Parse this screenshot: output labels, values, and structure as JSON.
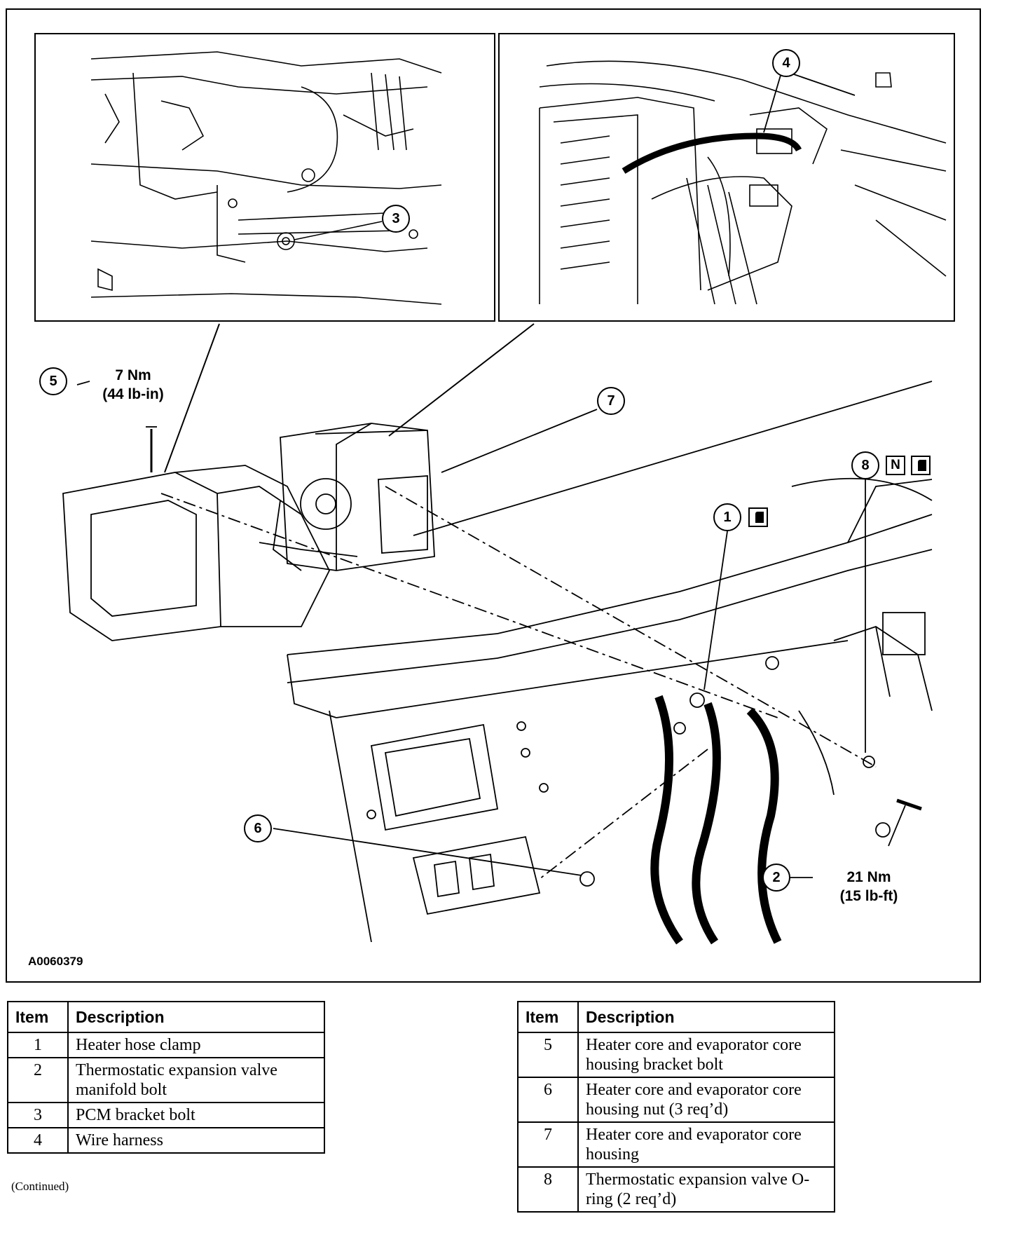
{
  "figure": {
    "id": "A0060379",
    "callouts": [
      {
        "id": "callout-1",
        "label": "1"
      },
      {
        "id": "callout-2",
        "label": "2"
      },
      {
        "id": "callout-3",
        "label": "3"
      },
      {
        "id": "callout-4",
        "label": "4"
      },
      {
        "id": "callout-5",
        "label": "5"
      },
      {
        "id": "callout-6",
        "label": "6"
      },
      {
        "id": "callout-7",
        "label": "7"
      },
      {
        "id": "callout-8",
        "label": "8"
      }
    ],
    "torque_5": {
      "nm": "7 Nm",
      "imperial": "(44 lb-in)"
    },
    "torque_2": {
      "nm": "21 Nm",
      "imperial": "(15 lb-ft)"
    },
    "symbol_new": "N"
  },
  "table_left": {
    "headers": [
      "Item",
      "Description"
    ],
    "rows": [
      [
        "1",
        "Heater hose clamp"
      ],
      [
        "2",
        "Thermostatic expansion valve manifold bolt"
      ],
      [
        "3",
        "PCM bracket bolt"
      ],
      [
        "4",
        "Wire harness"
      ]
    ],
    "note": "(Continued)"
  },
  "table_right": {
    "headers": [
      "Item",
      "Description"
    ],
    "rows": [
      [
        "5",
        "Heater core and evaporator core housing bracket bolt"
      ],
      [
        "6",
        "Heater core and evaporator core housing nut (3 req’d)"
      ],
      [
        "7",
        "Heater core and evaporator core housing"
      ],
      [
        "8",
        "Thermostatic expansion valve O-ring (2 req’d)"
      ]
    ]
  }
}
